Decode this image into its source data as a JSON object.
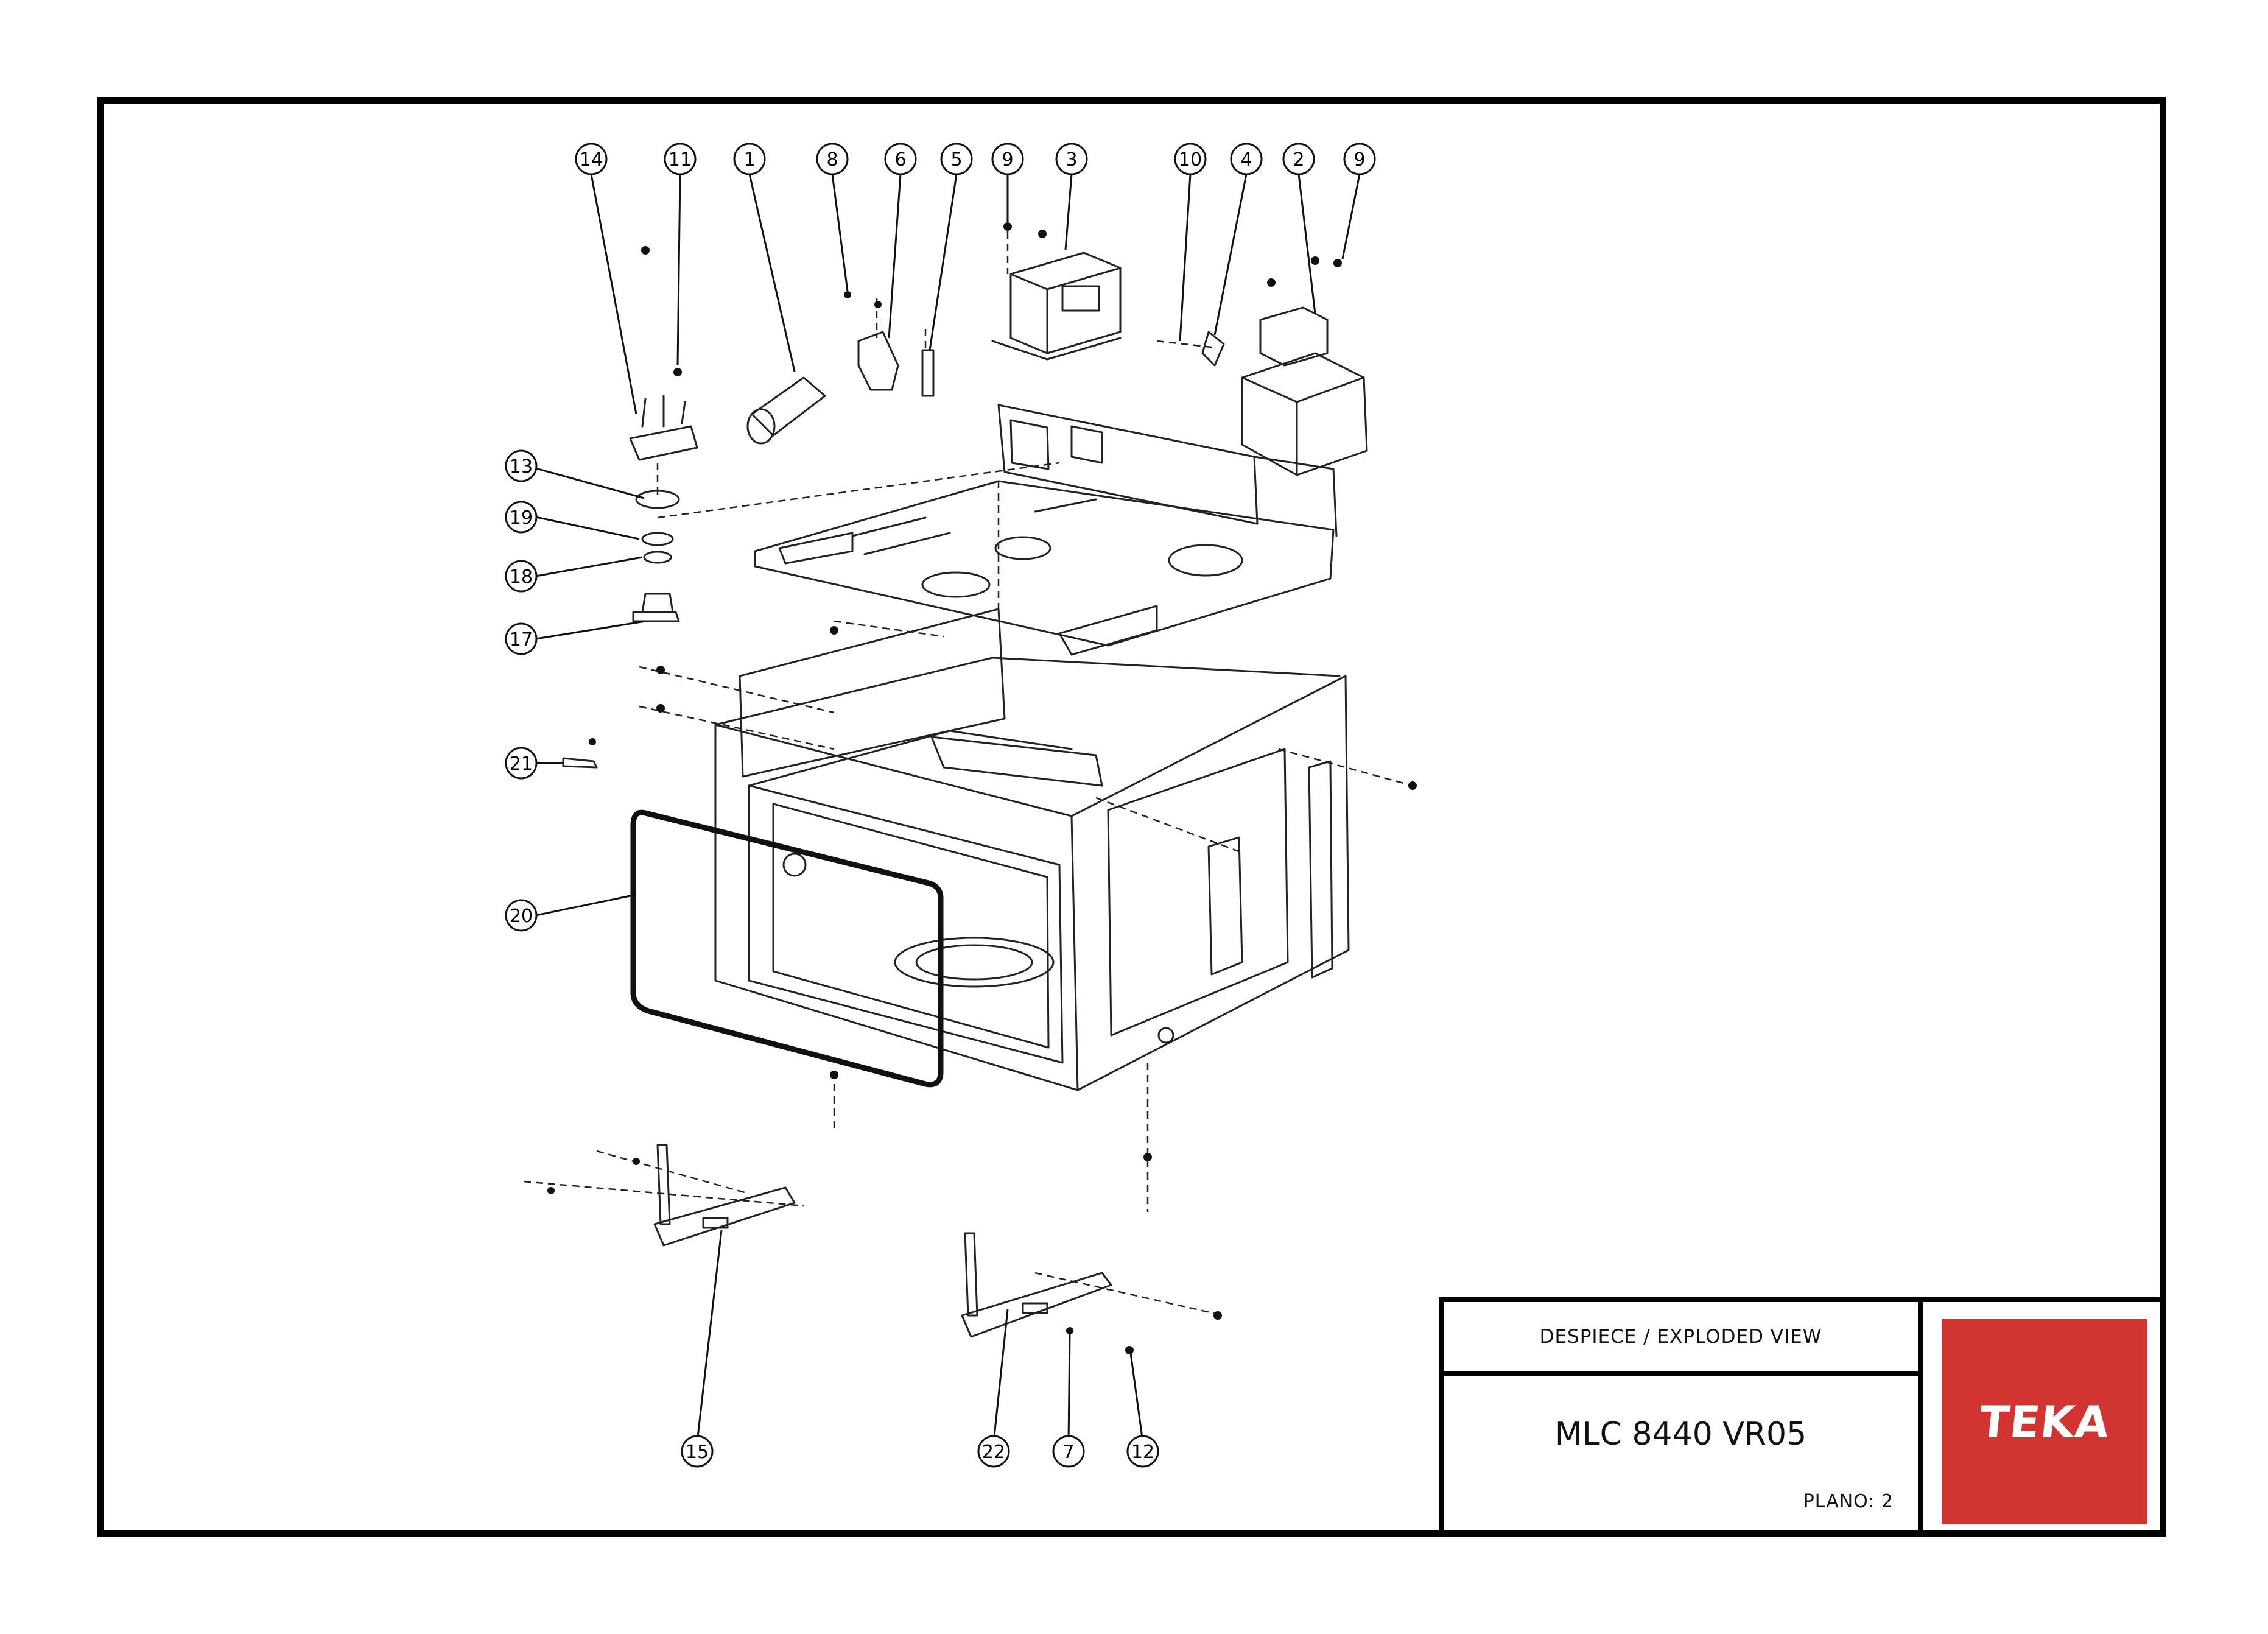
{
  "title_block": {
    "view_title": "DESPIECE / EXPLODED VIEW",
    "model": "MLC 8440 VR05",
    "plano_label": "PLANO: 2"
  },
  "brand": {
    "logo_text": "TEKA",
    "logo_color": "#d23431"
  },
  "callouts": {
    "c14": "14",
    "c11": "11",
    "c1": "1",
    "c8": "8",
    "c6": "6",
    "c5": "5",
    "c9a": "9",
    "c3": "3",
    "c10": "10",
    "c4": "4",
    "c2": "2",
    "c9b": "9",
    "c13": "13",
    "c19": "19",
    "c18": "18",
    "c17": "17",
    "c21": "21",
    "c20": "20",
    "c15": "15",
    "c22": "22",
    "c7": "7",
    "c12": "12"
  }
}
